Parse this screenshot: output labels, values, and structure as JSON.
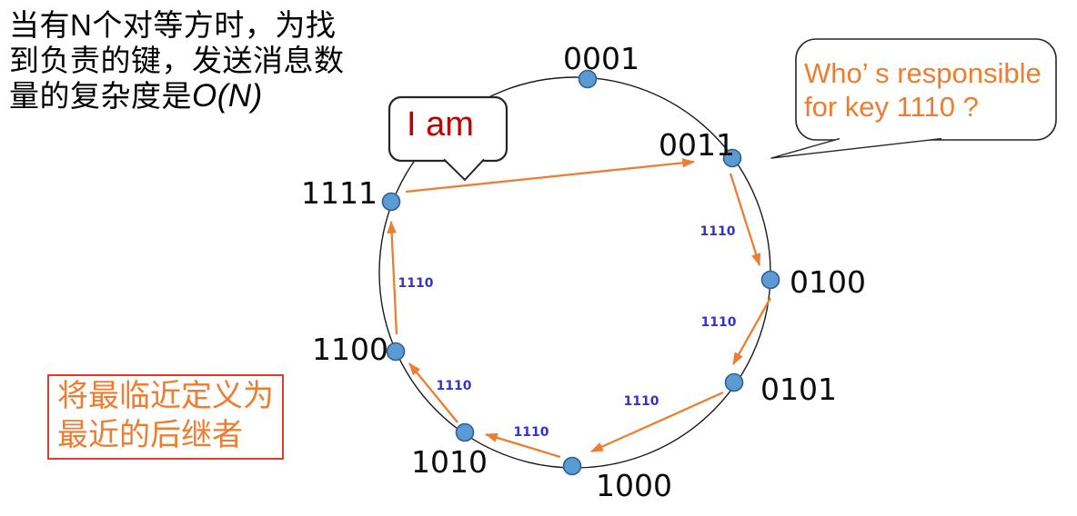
{
  "slide": {
    "top_note": {
      "line1": "当有N个对等方时，为找",
      "line2": "到负责的键，发送消息数",
      "line3_text": "量的复杂度是",
      "line3_formula": "O(N)"
    },
    "bottom_note": {
      "line1": "将最临近定义为",
      "line2": "最近的后继者"
    },
    "bubbles": {
      "question": {
        "line1": "Who’ s responsible",
        "line2": "for key 1110 ?"
      },
      "answer": {
        "text": "I am"
      }
    },
    "ring": {
      "nodes": [
        {
          "label": "0001"
        },
        {
          "label": "0011"
        },
        {
          "label": "0100"
        },
        {
          "label": "0101"
        },
        {
          "label": "1000"
        },
        {
          "label": "1010"
        },
        {
          "label": "1100"
        },
        {
          "label": "1111"
        }
      ],
      "hop_labels": [
        "1110",
        "1110",
        "1110",
        "1110",
        "1110",
        "1110"
      ]
    },
    "colors": {
      "arrow_orange": "#ED7D31",
      "hop_label_blue": "#3333CC",
      "node_fill": "#5B9BD5",
      "node_stroke": "#2F5E8F",
      "question_text": "#ED7D31",
      "answer_text": "#C00000",
      "bottom_note_text": "#ED7D31",
      "bottom_note_border": "#E8392C",
      "outline_black": "#1A1A1A",
      "background": "#FFFFFF"
    }
  }
}
